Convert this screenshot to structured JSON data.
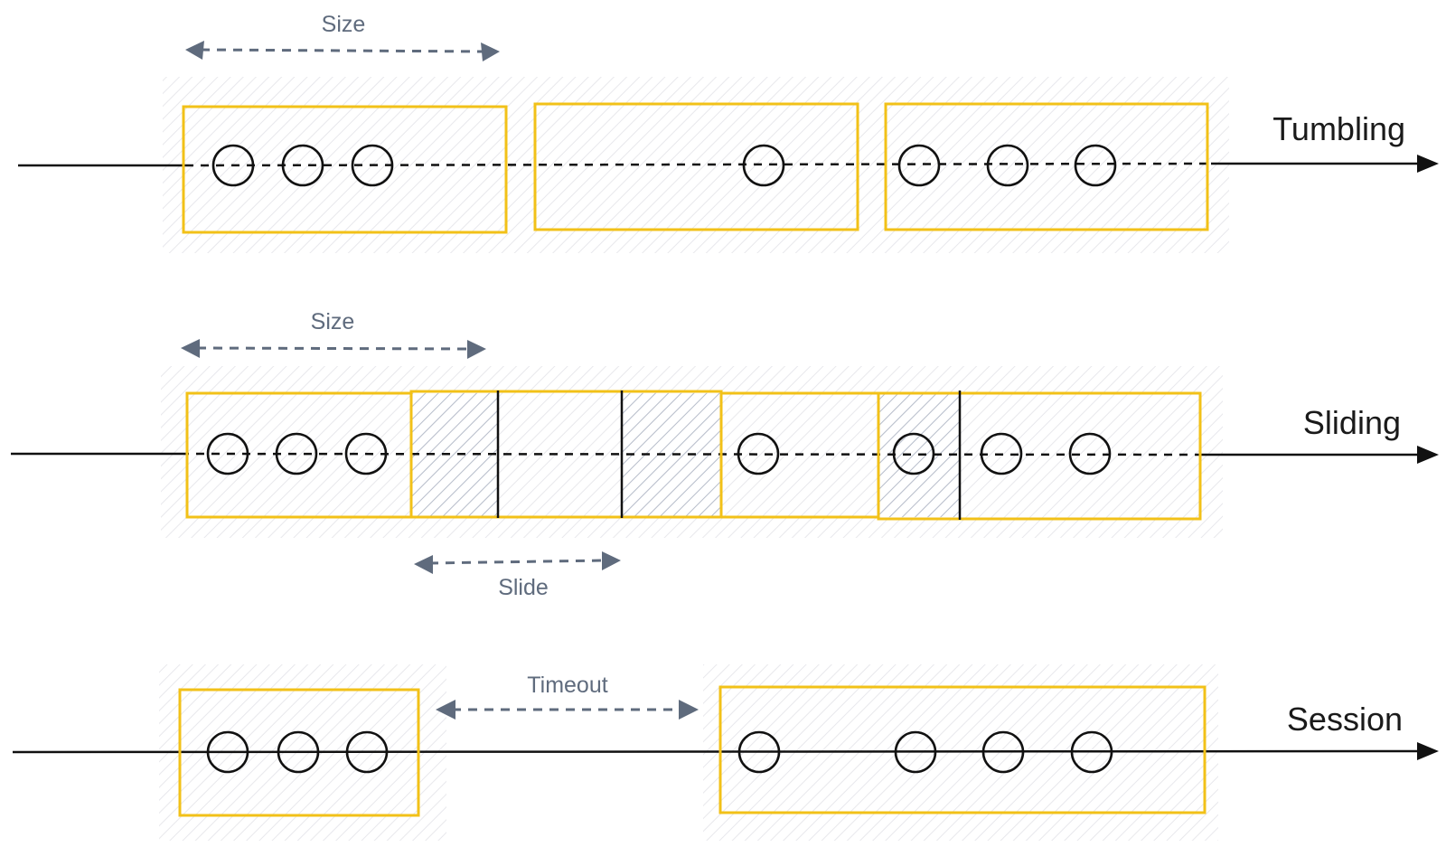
{
  "colors": {
    "window_border": "#f2c118",
    "axis": "#111111",
    "dimension": "#5f6b7d",
    "hatch": "#b9bfcc"
  },
  "rows": {
    "tumbling": {
      "label": "Tumbling",
      "size_label": "Size"
    },
    "sliding": {
      "label": "Sliding",
      "size_label": "Size",
      "slide_label": "Slide"
    },
    "session": {
      "label": "Session",
      "timeout_label": "Timeout"
    }
  }
}
